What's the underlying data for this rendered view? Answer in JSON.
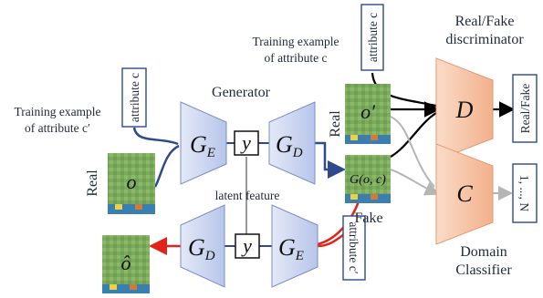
{
  "labels": {
    "generator_title": "Generator",
    "discriminator_title_line1": "Real/Fake",
    "discriminator_title_line2": "discriminator",
    "classifier_title_line1": "Domain",
    "classifier_title_line2": "Classifier",
    "training_example_top_line1": "Training example",
    "training_example_top_line2": "of attribute c",
    "training_example_left_line1": "Training example",
    "training_example_left_line2": "of attribute c′",
    "latent_feature": "latent feature",
    "real_left": "Real",
    "real_mid": "Real",
    "fake": "Fake",
    "attribute_c_left": "attribute c",
    "attribute_c_top": "attribute c",
    "attribute_c_prime": "attribute c′",
    "output_real_fake": "Real/Fake",
    "output_classes": "1, ..., N"
  },
  "nodes": {
    "encoder_top": "G",
    "encoder_top_sub": "E",
    "decoder_top": "G",
    "decoder_top_sub": "D",
    "decoder_bottom": "G",
    "decoder_bottom_sub": "D",
    "encoder_bottom": "G",
    "encoder_bottom_sub": "E",
    "latent_top": "y",
    "latent_bottom": "y",
    "discriminator": "D",
    "classifier": "C"
  },
  "images": {
    "input_o": "o",
    "real_o_prime": "o′",
    "generated": "G(o, c)",
    "reconstructed": "ô"
  },
  "colors": {
    "generator_fill": "#c9d4ef",
    "discriminator_fill": "#f6c2a4",
    "blue_arrow": "#2c4a8c",
    "red_arrow": "#e2231a",
    "gray_arrow": "#b5b5b5",
    "box_border": "#2c4a8c"
  }
}
